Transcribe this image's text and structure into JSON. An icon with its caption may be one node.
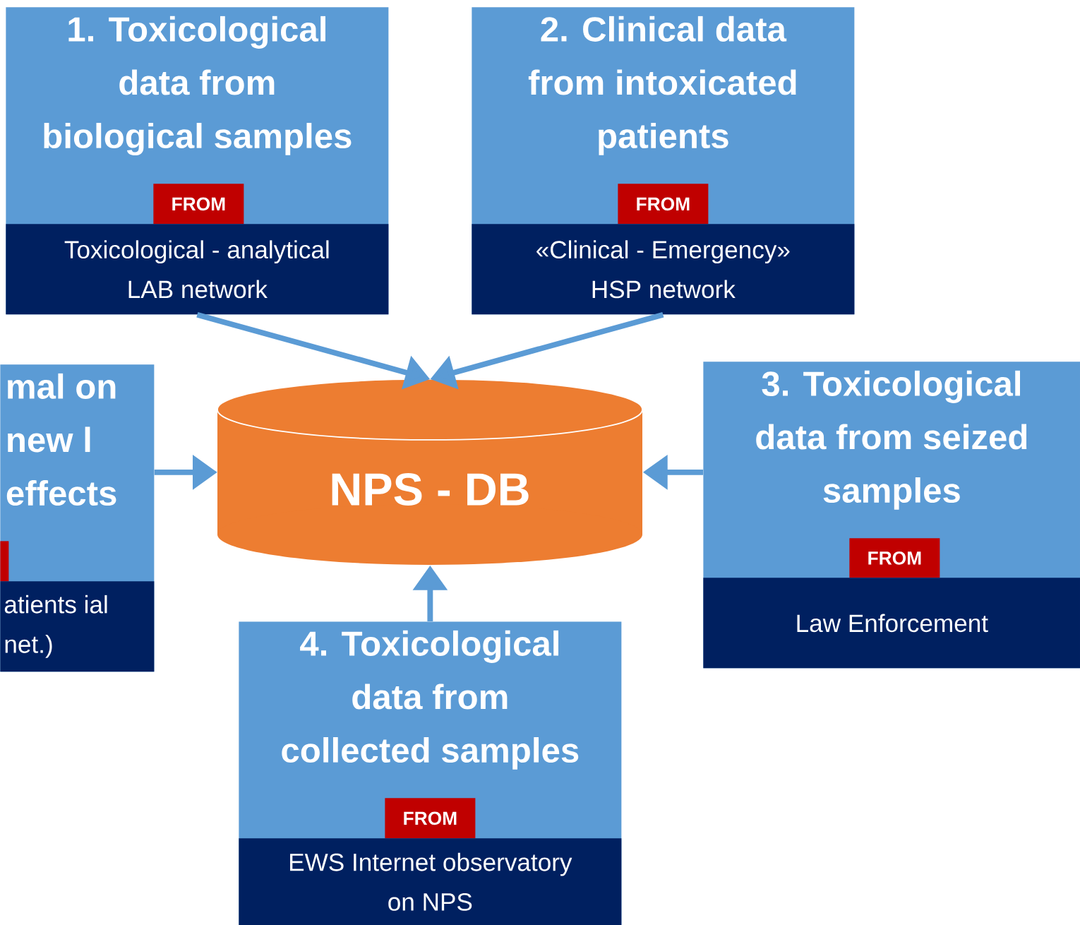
{
  "diagram": {
    "nodes": [
      {
        "text": [
          "1. Toxicological data from biological samples"
        ]
      },
      {
        "text": [
          "FROM"
        ],
        "in": 0
      },
      {
        "text": [
          "Toxicological - analytical LAB network"
        ],
        "in": 0
      },
      {
        "text": [
          "2. Clinical data from intoxicated patients"
        ]
      },
      {
        "text": [
          "FROM"
        ],
        "in": 3
      },
      {
        "text": [
          "«Clinical - Emergency» HSP network"
        ],
        "in": 3
      },
      {
        "text": [
          "mal on new l effects"
        ]
      },
      {
        "text": [],
        "shape": "box",
        "in": 6
      },
      {
        "text": [
          "atients ial net.)"
        ],
        "in": 6
      },
      {
        "text": [
          "NPS - DB"
        ]
      },
      {
        "text": [
          "3. Toxicological data from seized samples"
        ]
      },
      {
        "text": [
          "FROM"
        ],
        "in": 10
      },
      {
        "text": [
          "Law Enforcement"
        ],
        "in": 10
      },
      {
        "text": [
          "4. Toxicological data from collected samples"
        ]
      },
      {
        "text": [
          "FROM"
        ],
        "in": 13
      },
      {
        "text": [
          "EWS Internet observatory on NPS"
        ],
        "in": 13
      }
    ],
    "edges": [
      {
        "from": 0,
        "to": 9,
        "arrow": "to"
      },
      {
        "from": 3,
        "to": 9,
        "arrow": "to"
      },
      {
        "from": 6,
        "to": 9,
        "arrow": "to"
      },
      {
        "from": 10,
        "to": 9,
        "arrow": "to"
      },
      {
        "from": 13,
        "to": 9,
        "arrow": "to"
      }
    ]
  }
}
